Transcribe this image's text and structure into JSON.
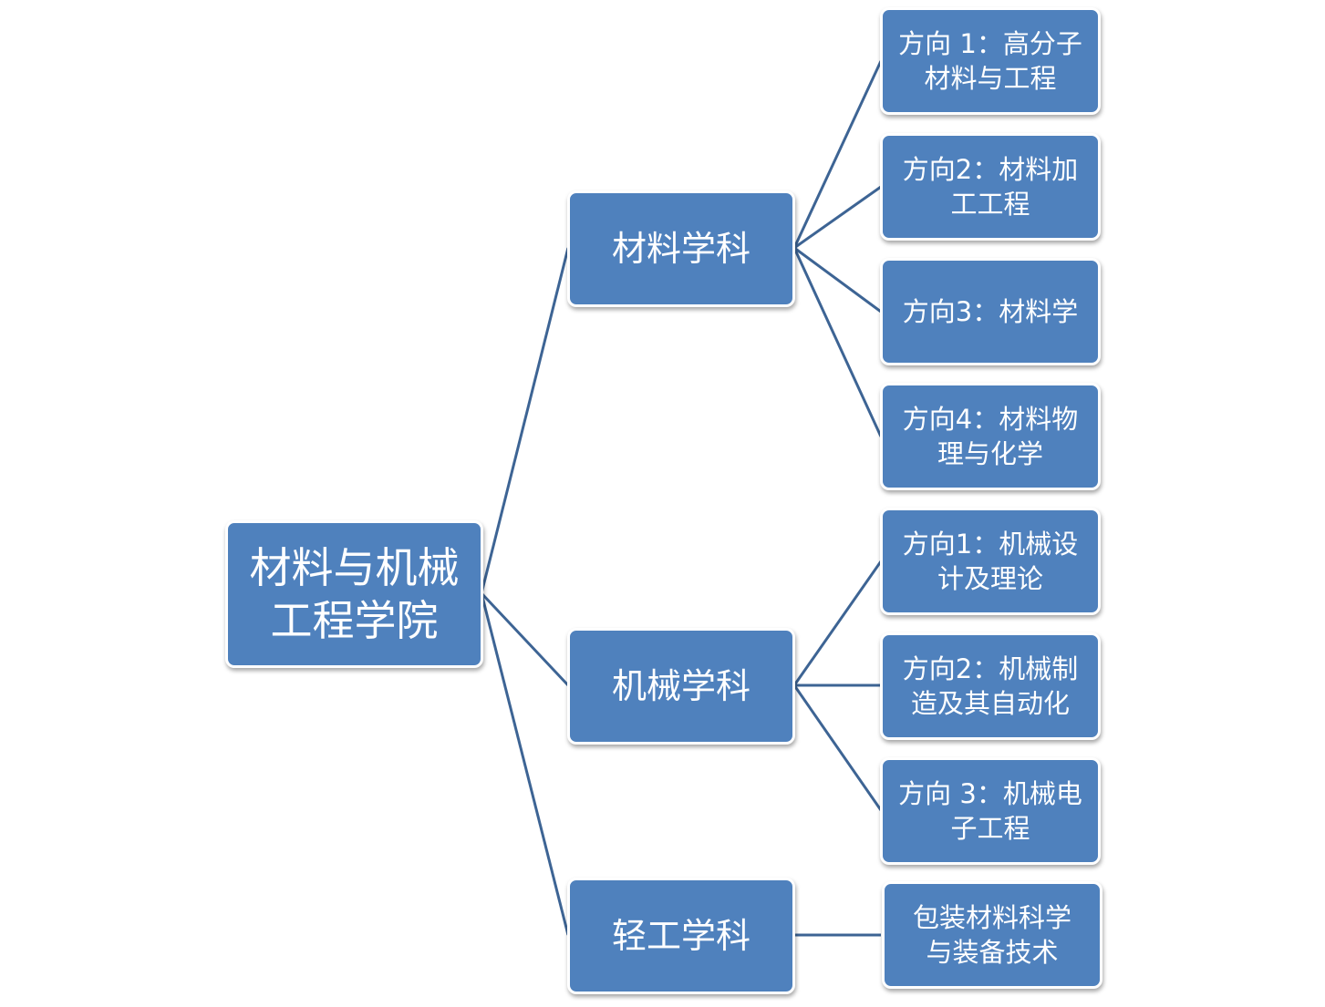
{
  "colors": {
    "box_fill": "#4f81bd",
    "connector": "#3d6494",
    "box_border": "#ffffff"
  },
  "root": {
    "label": "材料与机械\n工程学院"
  },
  "disciplines": [
    {
      "label": "材料学科",
      "directions": [
        "方向 1：高分子\n材料与工程",
        "方向2：材料加\n工工程",
        "方向3：材料学",
        "方向4：材料物\n理与化学"
      ]
    },
    {
      "label": "机械学科",
      "directions": [
        "方向1：机械设\n计及理论",
        "方向2：机械制\n造及其自动化",
        "方向 3：机械电\n子工程"
      ]
    },
    {
      "label": "轻工学科",
      "directions": [
        "包装材料科学\n与装备技术"
      ]
    }
  ]
}
